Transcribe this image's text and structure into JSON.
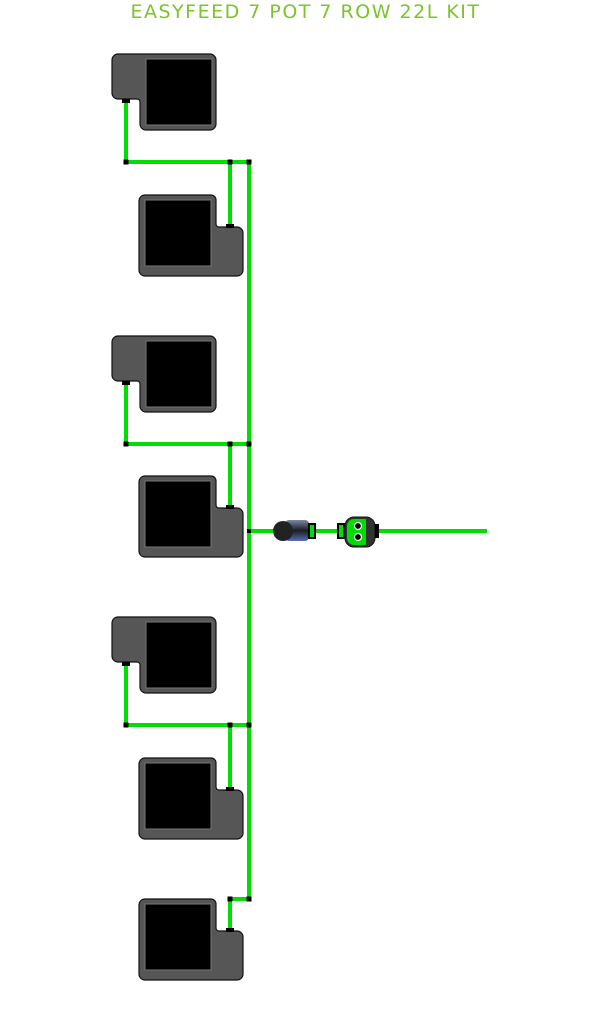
{
  "title": "EASYFEED 7 POT 7 ROW 22L KIT",
  "colors": {
    "pipe": "#00dd00",
    "pot_body": "#565656",
    "pot_inner": "#000000",
    "title": "#7ac42c"
  },
  "pots": [
    {
      "id": 1,
      "tab": "left"
    },
    {
      "id": 2,
      "tab": "right"
    },
    {
      "id": 3,
      "tab": "left"
    },
    {
      "id": 4,
      "tab": "right"
    },
    {
      "id": 5,
      "tab": "left"
    },
    {
      "id": 6,
      "tab": "right"
    },
    {
      "id": 7,
      "tab": "right"
    }
  ]
}
